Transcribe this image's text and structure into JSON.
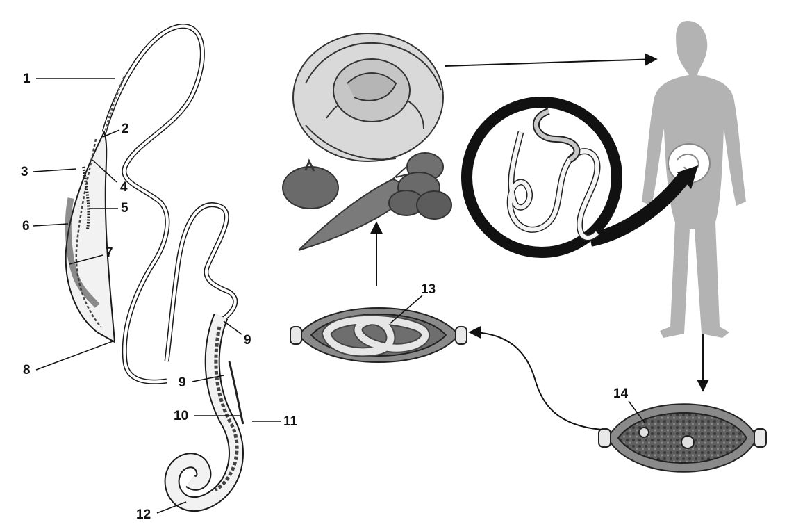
{
  "figure": {
    "labels": [
      "1",
      "2",
      "3",
      "4",
      "5",
      "6",
      "7",
      "8",
      "9",
      "9",
      "10",
      "11",
      "12",
      "13",
      "14"
    ],
    "parts": {
      "female_worm": "whipworm-female",
      "male_worm": "whipworm-male",
      "vegetables": "contaminated-vegetables",
      "human": "human-host",
      "embryonated_egg": "egg-with-larva",
      "unembryonated_egg": "fertilized-egg"
    },
    "colors": {
      "ink": "#1a1a1a",
      "human_fill": "#b3b3b3",
      "egg_fill": "#6f6f6f",
      "background": "#ffffff"
    }
  }
}
